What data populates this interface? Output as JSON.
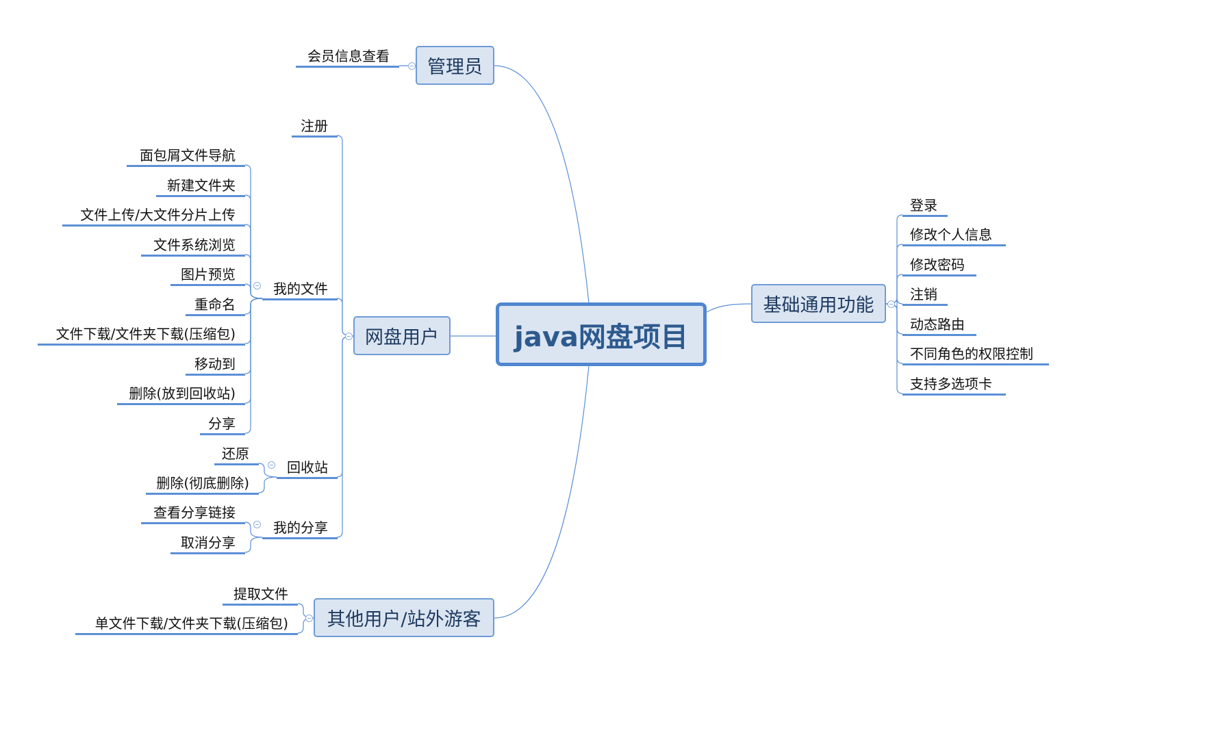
{
  "root": "java网盘项目",
  "admin": {
    "label": "管理员",
    "children": [
      "会员信息查看"
    ]
  },
  "disk_user": {
    "label": "网盘用户",
    "register": "注册",
    "my_files": {
      "label": "我的文件",
      "children": [
        "面包屑文件导航",
        "新建文件夹",
        "文件上传/大文件分片上传",
        "文件系统浏览",
        "图片预览",
        "重命名",
        "文件下载/文件夹下载(压缩包)",
        "移动到",
        "删除(放到回收站)",
        "分享"
      ]
    },
    "recycle": {
      "label": "回收站",
      "children": [
        "还原",
        "删除(彻底删除)"
      ]
    },
    "my_share": {
      "label": "我的分享",
      "children": [
        "查看分享链接",
        "取消分享"
      ]
    }
  },
  "guest": {
    "label": "其他用户/站外游客",
    "children": [
      "提取文件",
      "单文件下载/文件夹下载(压缩包)"
    ]
  },
  "basic": {
    "label": "基础通用功能",
    "children": [
      "登录",
      "修改个人信息",
      "修改密码",
      "注销",
      "动态路由",
      "不同角色的权限控制",
      "支持多选项卡"
    ]
  },
  "colors": {
    "line": "#5b8fd6",
    "box_fill": "#dbe5f2",
    "root_border": "#4f86cf"
  }
}
